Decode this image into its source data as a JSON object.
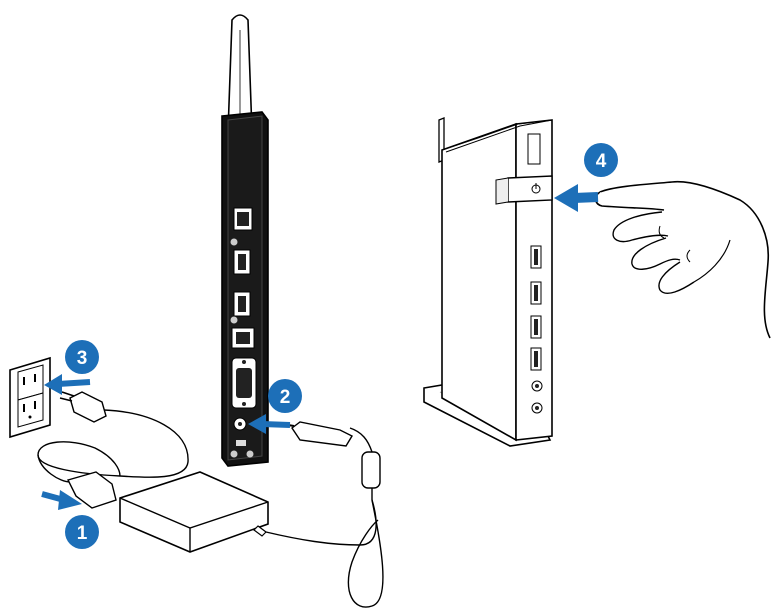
{
  "steps": [
    {
      "number": "1",
      "target": "power-adapter-cord"
    },
    {
      "number": "2",
      "target": "dc-in-port"
    },
    {
      "number": "3",
      "target": "wall-outlet"
    },
    {
      "number": "4",
      "target": "power-button"
    }
  ],
  "colors": {
    "step_badge": "#1d6fb8",
    "arrow": "#1d6fb8",
    "device_outline": "#000000",
    "device_body": "#ffffff"
  },
  "icons": [
    "antenna-icon",
    "hdmi-port-icon",
    "usb-port-icon",
    "lan-port-icon",
    "vga-port-icon",
    "dc-in-port-icon",
    "wall-outlet-icon",
    "power-adapter-icon",
    "hand-icon",
    "power-button-icon"
  ]
}
